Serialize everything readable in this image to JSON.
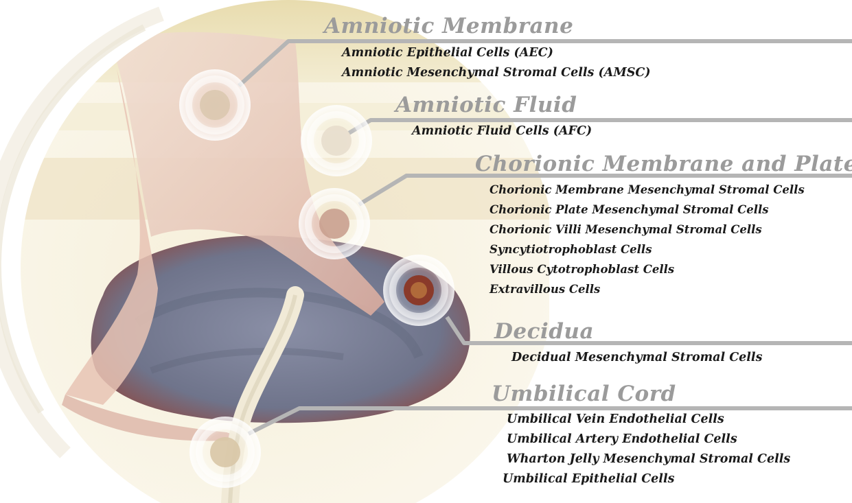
{
  "sections": [
    {
      "title": "Amniotic Membrane",
      "items": [
        "Amniotic Epithelial Cells (AEC)",
        "Amniotic Mesenchymal Stromal Cells (AMSC)"
      ]
    },
    {
      "title": "Amniotic Fluid",
      "items": [
        "Amniotic Fluid Cells (AFC)"
      ]
    },
    {
      "title": "Chorionic Membrane and Plate",
      "items": [
        "Chorionic Membrane Mesenchymal Stromal Cells",
        "Chorionic Plate Mesenchymal Stromal Cells",
        "Chorionic Villi Mesenchymal Stromal Cells",
        "Syncytiotrophoblast Cells",
        "Villous Cytotrophoblast Cells",
        "Extravillous Cells"
      ]
    },
    {
      "title": "Decidua",
      "items": [
        "Decidual Mesenchymal Stromal Cells"
      ]
    },
    {
      "title": "Umbilical Cord",
      "items": [
        "Umbilical Vein Endothelial Cells",
        "Umbilical Artery Endothelial Cells",
        "Wharton Jelly Mesenchymal Stromal Cells",
        "Umbilical Epithelial Cells"
      ]
    }
  ],
  "colors": {
    "title": "#9b9b9b",
    "item_text": "#1a1a1a",
    "connector": "#b5b5b5",
    "membrane": "#e9cfc3",
    "placenta": "#7d8398",
    "background_band": "#efe7c4"
  }
}
